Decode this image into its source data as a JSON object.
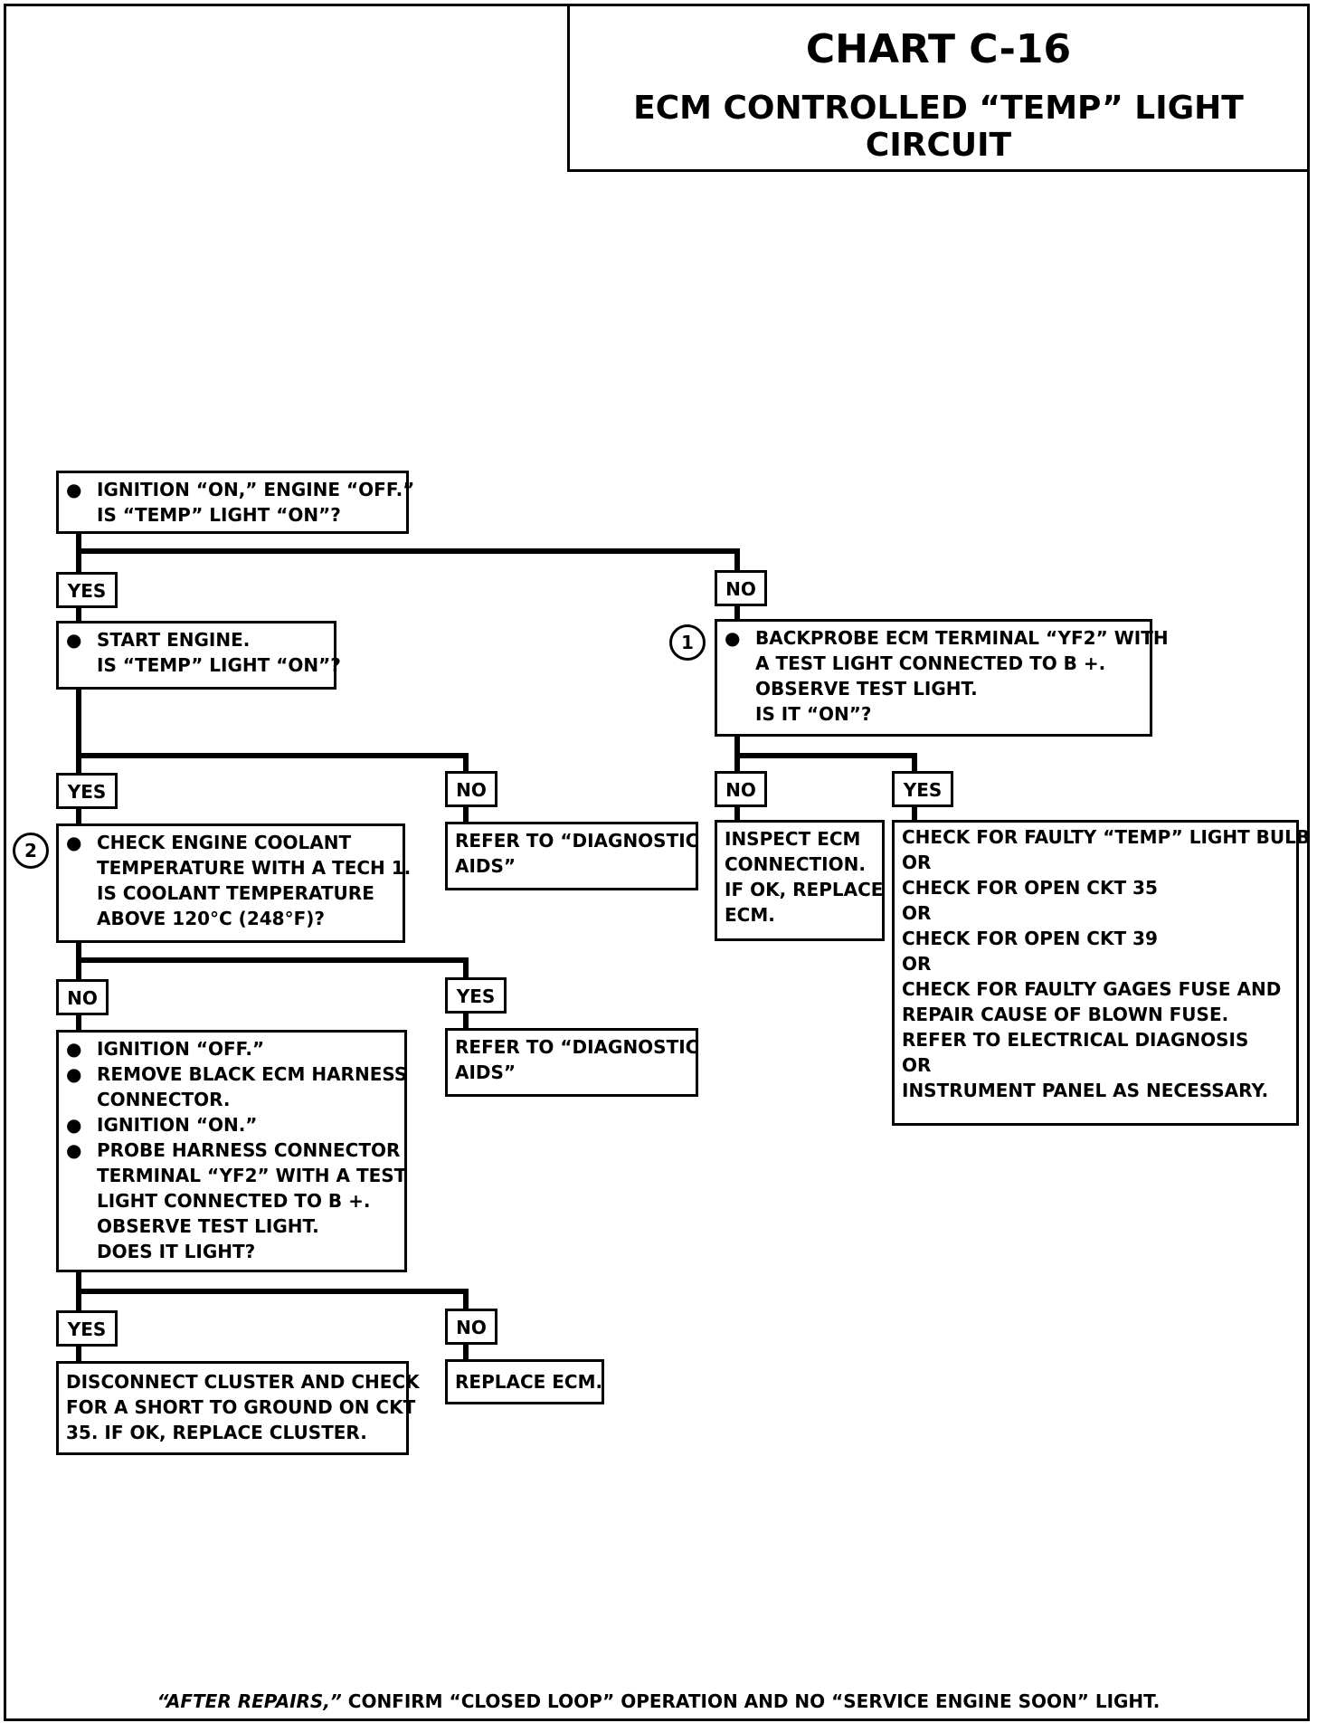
{
  "header": {
    "title": "CHART C-16",
    "subtitle": "ECM CONTROLLED “TEMP” LIGHT CIRCUIT"
  },
  "step_markers": {
    "one": "1",
    "two": "2"
  },
  "labels": {
    "yes": "YES",
    "no": "NO"
  },
  "boxes": {
    "b1": {
      "bullet": "●",
      "l1": "IGNITION “ON,” ENGINE “OFF.”",
      "l2": "IS “TEMP” LIGHT “ON”?"
    },
    "b2": {
      "bullet": "●",
      "l1": "START ENGINE.",
      "l2": "IS “TEMP” LIGHT “ON”?"
    },
    "b3": {
      "bullet": "●",
      "l1": "BACKPROBE ECM TERMINAL “YF2” WITH",
      "l2": "A TEST LIGHT CONNECTED TO B +.",
      "l3": "OBSERVE TEST LIGHT.",
      "l4": "IS IT “ON”?"
    },
    "b4": {
      "bullet": "●",
      "l1": "CHECK ENGINE COOLANT",
      "l2": "TEMPERATURE WITH A TECH 1.",
      "l3": "IS COOLANT TEMPERATURE",
      "l4": "ABOVE 120°C (248°F)?"
    },
    "b5": {
      "l1": "REFER TO “DIAGNOSTIC",
      "l2": "AIDS”"
    },
    "b6": {
      "l1": "INSPECT ECM",
      "l2": "CONNECTION.",
      "l3": "IF OK, REPLACE",
      "l4": "ECM."
    },
    "b7": {
      "l1": "CHECK FOR FAULTY “TEMP” LIGHT BULB",
      "l2": "OR",
      "l3": "CHECK FOR OPEN CKT 35",
      "l4": "OR",
      "l5": "CHECK FOR OPEN CKT 39",
      "l6": "OR",
      "l7": "CHECK FOR FAULTY GAGES FUSE AND",
      "l8": "REPAIR CAUSE OF BLOWN FUSE.",
      "l9": "REFER TO ELECTRICAL DIAGNOSIS",
      "l10": "OR",
      "l11": "INSTRUMENT PANEL AS NECESSARY."
    },
    "b8": {
      "bullet": "●",
      "i1": "IGNITION “OFF.”",
      "i2a": "REMOVE BLACK ECM HARNESS",
      "i2b": "CONNECTOR.",
      "i3": "IGNITION “ON.”",
      "i4a": "PROBE HARNESS CONNECTOR",
      "i4b": "TERMINAL “YF2” WITH A TEST",
      "i4c": "LIGHT CONNECTED TO B +.",
      "i4d": "OBSERVE TEST LIGHT.",
      "i4e": "DOES IT LIGHT?"
    },
    "b9": {
      "l1": "REFER TO “DIAGNOSTIC",
      "l2": "AIDS”"
    },
    "b10": {
      "l1": "DISCONNECT CLUSTER AND CHECK",
      "l2": "FOR A SHORT TO GROUND ON CKT",
      "l3": "35.  IF OK, REPLACE CLUSTER."
    },
    "b11": {
      "l1": "REPLACE ECM."
    }
  },
  "footer": {
    "italic": "“AFTER REPAIRS,”",
    "rest": " CONFIRM “CLOSED LOOP” OPERATION AND NO “SERVICE ENGINE SOON” LIGHT."
  }
}
